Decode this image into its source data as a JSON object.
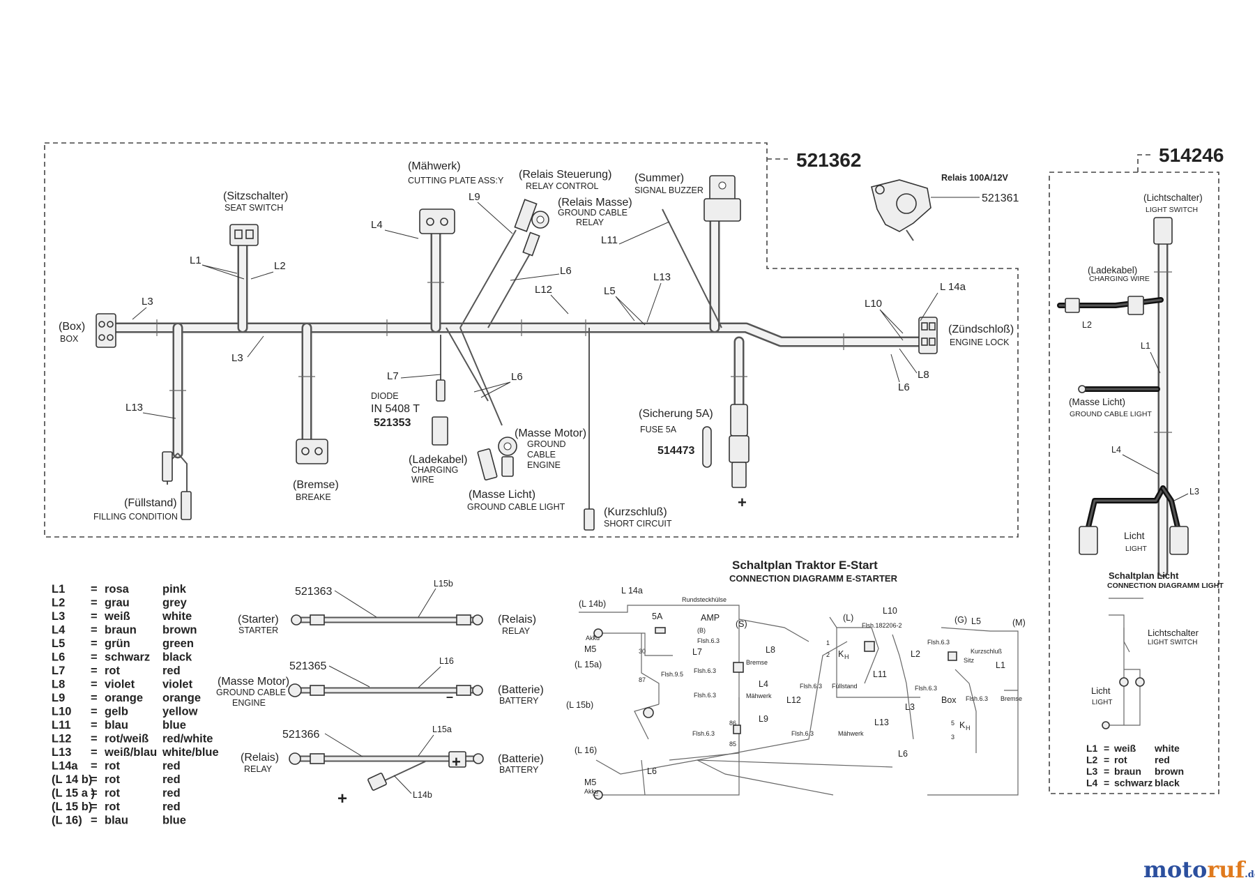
{
  "parts": {
    "main_harness": "521362",
    "light_harness": "514246",
    "relay_part": "521361",
    "relay_title": "Relais 100A/12V",
    "diode_part": "521353",
    "fuse_part": "514473",
    "cable_starter": "521363",
    "cable_ground": "521365",
    "cable_relay": "521366"
  },
  "components": {
    "box": {
      "de": "(Box)",
      "en": "BOX"
    },
    "sitzschalter": {
      "de": "(Sitzschalter)",
      "en": "SEAT SWITCH"
    },
    "maehwerk": {
      "de": "(Mähwerk)",
      "en": "CUTTING PLATE ASS:Y"
    },
    "relais_steuerung": {
      "de": "(Relais Steuerung)",
      "en": "RELAY CONTROL"
    },
    "relais_masse": {
      "de": "(Relais Masse)",
      "en1": "GROUND CABLE",
      "en2": "RELAY"
    },
    "summer": {
      "de": "(Summer)",
      "en": "SIGNAL BUZZER"
    },
    "zuendschloss": {
      "de": "(Zündschloß)",
      "en": "ENGINE LOCK"
    },
    "diode": {
      "en": "DIODE",
      "type": "IN 5408 T"
    },
    "sicherung": {
      "de": "(Sicherung 5A)",
      "en": "FUSE 5A"
    },
    "masse_motor": {
      "de": "(Masse Motor)",
      "en1": "GROUND",
      "en2": "CABLE",
      "en3": "ENGINE"
    },
    "ladekabel": {
      "de": "(Ladekabel)",
      "en1": "CHARGING",
      "en2": "WIRE"
    },
    "masse_licht": {
      "de": "(Masse Licht)",
      "en": "GROUND CABLE LIGHT"
    },
    "kurzschluss": {
      "de": "(Kurzschluß)",
      "en": "SHORT CIRCUIT"
    },
    "bremse": {
      "de": "(Bremse)",
      "en": "BREAKE"
    },
    "fuellstand": {
      "de": "(Füllstand)",
      "en": "FILLING CONDITION"
    },
    "plus": "+"
  },
  "wire_labels": {
    "l1": "L1",
    "l2": "L2",
    "l3a": "L3",
    "l3b": "L3",
    "l4": "L4",
    "l5": "L5",
    "l6a": "L6",
    "l6b": "L6",
    "l6c": "L6",
    "l7": "L7",
    "l8": "L8",
    "l9": "L9",
    "l10": "L10",
    "l11": "L11",
    "l12": "L12",
    "l13a": "L13",
    "l13b": "L13",
    "l14a": "L 14a"
  },
  "light_harness": {
    "lichtschalter": {
      "de": "(Lichtschalter)",
      "en": "LIGHT SWITCH"
    },
    "ladekabel": {
      "de": "(Ladekabel)",
      "en": "CHARGING WIRE"
    },
    "masse_licht": {
      "de": "(Masse Licht)",
      "en": "GROUND CABLE LIGHT"
    },
    "licht": {
      "de": "Licht",
      "en": "LIGHT"
    },
    "l1": "L1",
    "l2": "L2",
    "l3": "L3",
    "l4": "L4"
  },
  "legend": [
    {
      "code": "L1",
      "eq": "=",
      "de": "rosa",
      "en": "pink"
    },
    {
      "code": "L2",
      "eq": "=",
      "de": "grau",
      "en": "grey"
    },
    {
      "code": "L3",
      "eq": "=",
      "de": "weiß",
      "en": "white"
    },
    {
      "code": "L4",
      "eq": "=",
      "de": "braun",
      "en": "brown"
    },
    {
      "code": "L5",
      "eq": "=",
      "de": "grün",
      "en": "green"
    },
    {
      "code": "L6",
      "eq": "=",
      "de": "schwarz",
      "en": "black"
    },
    {
      "code": "L7",
      "eq": "=",
      "de": "rot",
      "en": "red"
    },
    {
      "code": "L8",
      "eq": "=",
      "de": "violet",
      "en": "violet"
    },
    {
      "code": "L9",
      "eq": "=",
      "de": "orange",
      "en": "orange"
    },
    {
      "code": "L10",
      "eq": "=",
      "de": "gelb",
      "en": "yellow"
    },
    {
      "code": "L11",
      "eq": "=",
      "de": "blau",
      "en": "blue"
    },
    {
      "code": "L12",
      "eq": "=",
      "de": "rot/weiß",
      "en": "red/white"
    },
    {
      "code": "L13",
      "eq": "=",
      "de": "weiß/blau",
      "en": "white/blue"
    },
    {
      "code": "L14a",
      "eq": "=",
      "de": "rot",
      "en": "red"
    },
    {
      "code": "(L 14 b)",
      "eq": "=",
      "de": "rot",
      "en": "red"
    },
    {
      "code": "(L 15 a )",
      "eq": "=",
      "de": "rot",
      "en": "red"
    },
    {
      "code": "(L 15 b)",
      "eq": "=",
      "de": "rot",
      "en": "red"
    },
    {
      "code": "(L 16)",
      "eq": "=",
      "de": "blau",
      "en": "blue"
    }
  ],
  "cables": {
    "starter": {
      "de": "(Starter)",
      "en": "STARTER"
    },
    "relais1": {
      "de": "(Relais)",
      "en": "RELAY"
    },
    "masse_motor": {
      "de": "(Masse Motor)",
      "en1": "GROUND CABLE",
      "en2": "ENGINE"
    },
    "batterie1": {
      "de": "(Batterie)",
      "en": "BATTERY"
    },
    "relais2": {
      "de": "(Relais)",
      "en": "RELAY"
    },
    "batterie2": {
      "de": "(Batterie)",
      "en": "BATTERY"
    },
    "l15b": "L15b",
    "l16": "L16",
    "l15a": "L15a",
    "l14b": "L14b",
    "minus": "–",
    "plus": "+"
  },
  "schematic": {
    "title": "Schaltplan Traktor E-Start",
    "subtitle": "CONNECTION DIAGRAMM E-STARTER",
    "l14b": "(L 14b)",
    "l14a": "L 14a",
    "akku": "Akku",
    "m5": "M5",
    "l15a": "(L 15a)",
    "l15b": "(L 15b)",
    "l16": "(L 16)",
    "fuse": "5A",
    "rundsteck": "Rundsteckhülse",
    "amp": "AMP",
    "b": "(B)",
    "s": "(S)",
    "l7": "L7",
    "l8": "L8",
    "l4": "L4",
    "l9": "L9",
    "l12": "L12",
    "l13": "L13",
    "l11": "L11",
    "l10": "L10",
    "l6a": "L6",
    "l6b": "L6",
    "l2": "L2",
    "l3": "L3",
    "l1": "L1",
    "l5": "L5",
    "lm": "(L)",
    "g": "(G)",
    "m": "(M)",
    "flach63": "Flsh.6.3",
    "flach95": "Flsh.9.5",
    "bremse": "Bremse",
    "maehwerk": "Mähwerk",
    "fuellstand": "Füllstand",
    "box": "Box",
    "sitz": "Sitz",
    "kurzschluss": "Kurzschluß",
    "flach182": "Flsh.182206-2",
    "n30": "30",
    "n87": "87",
    "n86": "86",
    "n85": "85",
    "kh": "K",
    "kh_sub": "H",
    "n1": "1",
    "n2": "2",
    "n5": "5",
    "n3": "3",
    "plus": "+",
    "minus": "–"
  },
  "light_schematic": {
    "title": "Schaltplan Licht",
    "subtitle": "CONNECTION DIAGRAMM LIGHT",
    "lichtschalter": "Lichtschalter",
    "light_switch": "LIGHT SWITCH",
    "licht": "Licht",
    "light": "LIGHT",
    "legend": [
      {
        "code": "L1",
        "eq": "=",
        "de": "weiß",
        "en": "white"
      },
      {
        "code": "L2",
        "eq": "=",
        "de": "rot",
        "en": "red"
      },
      {
        "code": "L3",
        "eq": "=",
        "de": "braun",
        "en": "brown"
      },
      {
        "code": "L4",
        "eq": "=",
        "de": "schwarz",
        "en": "black"
      }
    ]
  },
  "logo": {
    "main1": "moto",
    "main2": "ruf",
    "tld": ".de"
  }
}
